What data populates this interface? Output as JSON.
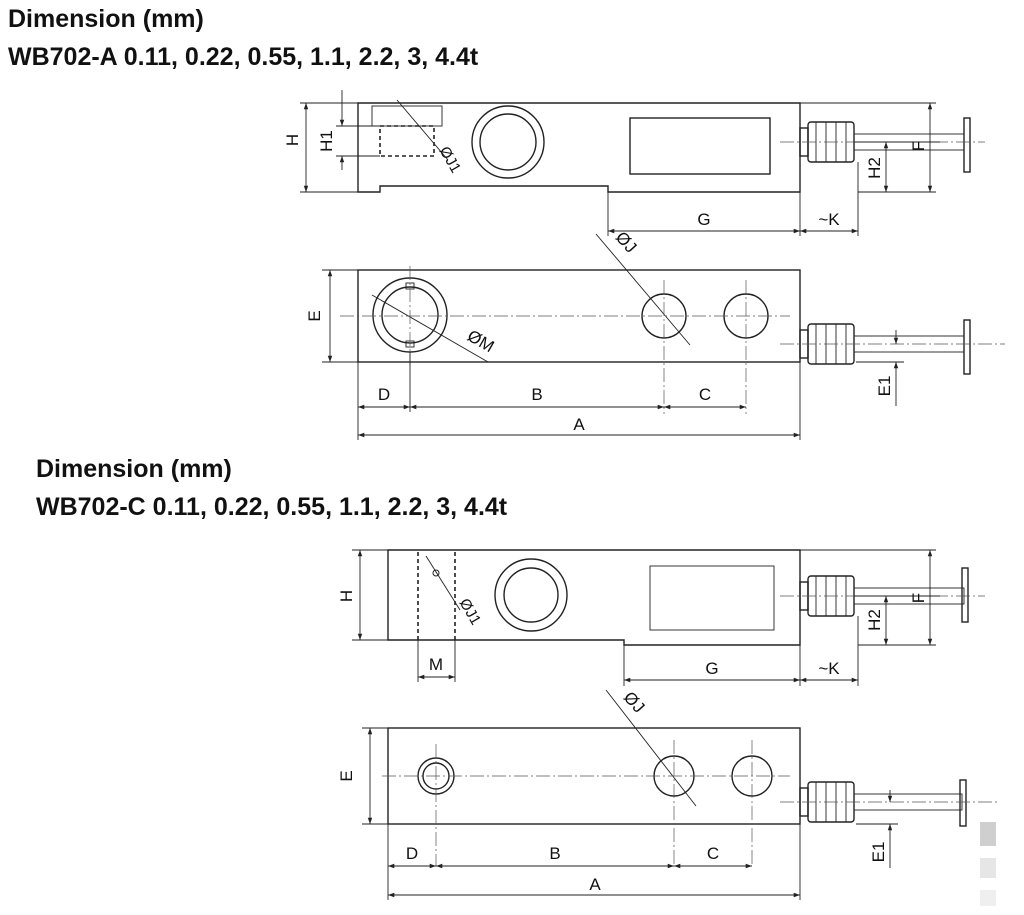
{
  "section_a": {
    "heading": "Dimension (mm)",
    "model_line": "WB702-A 0.11, 0.22, 0.55, 1.1, 2.2, 3, 4.4t",
    "labels": {
      "H": "H",
      "H1": "H1",
      "J1": "ØJ1",
      "G": "G",
      "K": "~K",
      "H2": "H2",
      "F": "F",
      "J": "ØJ",
      "E": "E",
      "M": "ØM",
      "E1": "E1",
      "D": "D",
      "B": "B",
      "C": "C",
      "A": "A"
    }
  },
  "section_c": {
    "heading": "Dimension (mm)",
    "model_line": "WB702-C 0.11, 0.22, 0.55, 1.1, 2.2, 3, 4.4t",
    "labels": {
      "H": "H",
      "J1": "ØJ1",
      "M": "M",
      "G": "G",
      "K": "~K",
      "H2": "H2",
      "F": "F",
      "J": "ØJ",
      "E": "E",
      "E1": "E1",
      "D": "D",
      "B": "B",
      "C": "C",
      "A": "A"
    }
  }
}
